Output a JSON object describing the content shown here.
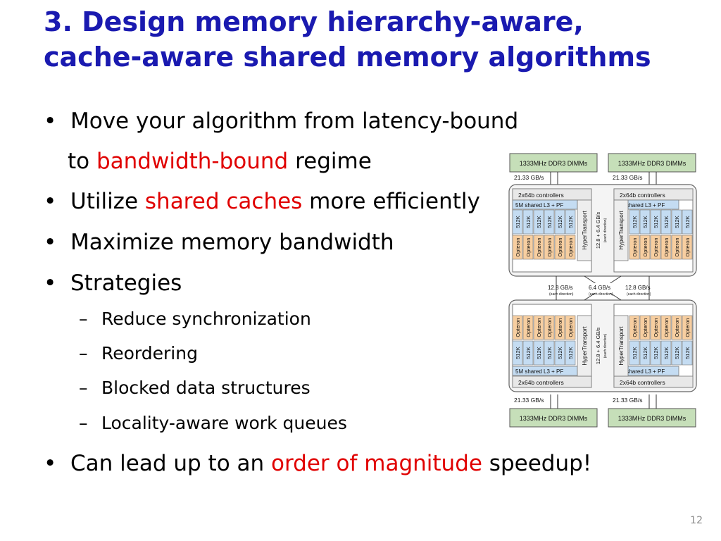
{
  "title": {
    "line1": "3. Design memory hierarchy-aware,",
    "line2": "cache-aware shared memory algorithms"
  },
  "bullets": {
    "b1_line1": "Move your algorithm from latency-bound",
    "b1_line2_pre": "to ",
    "b1_line2_red": "bandwidth-bound",
    "b1_line2_post": " regime",
    "b2_pre": "Utilize ",
    "b2_red": "shared caches",
    "b2_post": " more efficiently",
    "b3": "Maximize memory bandwidth",
    "b4": "Strategies",
    "sub": [
      "Reduce synchronization",
      "Reordering",
      "Blocked data structures",
      "Locality-aware work queues"
    ],
    "b5_pre": "Can lead up to an ",
    "b5_red": "order of magnitude",
    "b5_post": " speedup!"
  },
  "bullet_char": "•",
  "dash_char": "–",
  "page_number": "12",
  "colors": {
    "title": "#1a1ab0",
    "emphasis": "#e00000",
    "dimm_fill": "#c6dfb9",
    "cache_fill": "#c4dcf2",
    "core_fill": "#f7ceA0"
  },
  "diagram": {
    "dimm": "1333MHz DDR3 DIMMs",
    "mem_bw": "21.33 GB/s",
    "controllers": "2x64b controllers",
    "l3": "5M shared L3 + PF",
    "l2": "512K",
    "core": "Opteron",
    "ht": "HyperTransport",
    "ht_bw": "12.8 + 6.4 GB/s",
    "each_dir": "(each direction)",
    "link_bw_1": "12.8 GB/s",
    "link_bw_2": "6.4 GB/s",
    "link_bw_3": "12.8 GB/s"
  }
}
